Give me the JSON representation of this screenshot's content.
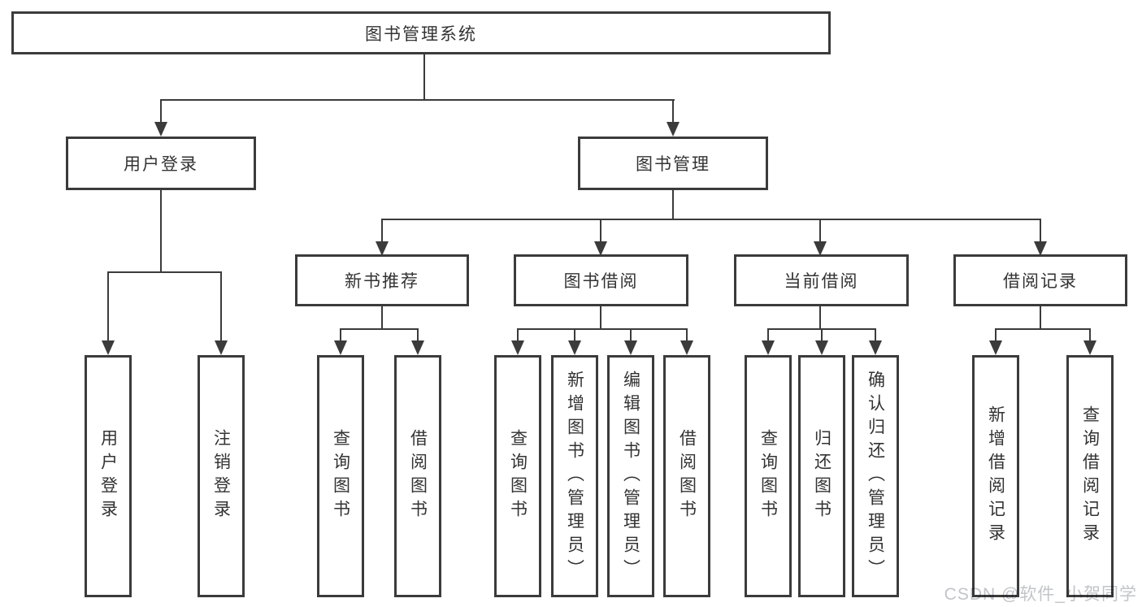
{
  "diagram": {
    "root": {
      "label": "图书管理系统"
    },
    "level2": [
      {
        "label": "用户登录"
      },
      {
        "label": "图书管理"
      }
    ],
    "level3": [
      {
        "label": "新书推荐"
      },
      {
        "label": "图书借阅"
      },
      {
        "label": "当前借阅"
      },
      {
        "label": "借阅记录"
      }
    ],
    "leaves": {
      "user_login": [
        "用户登录",
        "注销登录"
      ],
      "new_book": [
        "查询图书",
        "借阅图书"
      ],
      "book_borrow": [
        "查询图书",
        "新增图书（管理员）",
        "编辑图书（管理员）",
        "借阅图书"
      ],
      "current_borrow": [
        "查询图书",
        "归还图书",
        "确认归还（管理员）"
      ],
      "borrow_records": [
        "新增借阅记录",
        "查询借阅记录"
      ]
    }
  },
  "watermark": {
    "text": "CSDN @软件_小贺同学"
  },
  "colors": {
    "line": "#3b3b3b",
    "text": "#333333",
    "watermark": "#c2c4c8",
    "background": "#ffffff"
  }
}
